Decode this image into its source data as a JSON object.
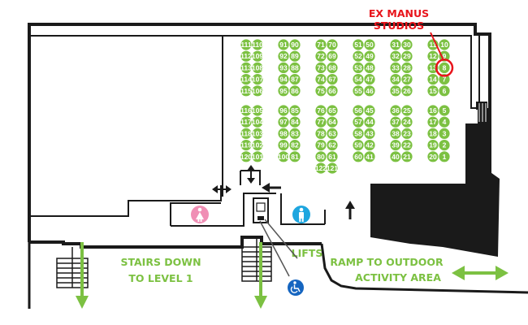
{
  "labels": {
    "ex_manus_line1": "EX MANUS",
    "ex_manus_line2": "STUDIOS",
    "stairs_line1": "STAIRS DOWN",
    "stairs_line2": "TO LEVEL 1",
    "lifts": "LIFTS",
    "ramp_line1": "RAMP TO OUTDOOR",
    "ramp_line2": "ACTIVITY AREA"
  },
  "colors": {
    "stall_green": "#7cc142",
    "highlight_red": "#e8141b",
    "wall_dark": "#1a1a1a",
    "female_pink": "#f08fb5",
    "male_blue": "#1ea6df",
    "accessible_blue": "#1565c0"
  },
  "icons": [
    "female-toilet-icon",
    "male-toilet-icon",
    "wheelchair-icon",
    "lift-icon",
    "arrow-up-icon",
    "arrow-left-icon",
    "arrow-right-icon",
    "arrow-down-icon",
    "double-arrow-icon"
  ],
  "stall_columns": [
    {
      "top": [
        [
          "111",
          "110"
        ],
        [
          "112",
          "109"
        ],
        [
          "113",
          "108"
        ],
        [
          "114",
          "107"
        ],
        [
          "115",
          "106"
        ]
      ],
      "bottom": [
        [
          "116",
          "105"
        ],
        [
          "117",
          "104"
        ],
        [
          "118",
          "103"
        ],
        [
          "119",
          "102"
        ],
        [
          "120",
          "101"
        ]
      ]
    },
    {
      "top": [
        [
          "91",
          "90"
        ],
        [
          "92",
          "89"
        ],
        [
          "93",
          "88"
        ],
        [
          "94",
          "87"
        ],
        [
          "95",
          "86"
        ]
      ],
      "bottom": [
        [
          "96",
          "85"
        ],
        [
          "97",
          "84"
        ],
        [
          "98",
          "83"
        ],
        [
          "99",
          "82"
        ],
        [
          "100",
          "81"
        ]
      ]
    },
    {
      "top": [
        [
          "71",
          "70"
        ],
        [
          "72",
          "69"
        ],
        [
          "73",
          "68"
        ],
        [
          "74",
          "67"
        ],
        [
          "75",
          "66"
        ]
      ],
      "bottom": [
        [
          "76",
          "65"
        ],
        [
          "77",
          "64"
        ],
        [
          "78",
          "63"
        ],
        [
          "79",
          "62"
        ],
        [
          "80",
          "61"
        ],
        [
          "122",
          "121"
        ]
      ]
    },
    {
      "top": [
        [
          "51",
          "50"
        ],
        [
          "52",
          "49"
        ],
        [
          "53",
          "48"
        ],
        [
          "54",
          "47"
        ],
        [
          "55",
          "46"
        ]
      ],
      "bottom": [
        [
          "56",
          "45"
        ],
        [
          "57",
          "44"
        ],
        [
          "58",
          "43"
        ],
        [
          "59",
          "42"
        ],
        [
          "60",
          "41"
        ]
      ]
    },
    {
      "top": [
        [
          "31",
          "30"
        ],
        [
          "32",
          "29"
        ],
        [
          "33",
          "28"
        ],
        [
          "34",
          "27"
        ],
        [
          "35",
          "26"
        ]
      ],
      "bottom": [
        [
          "36",
          "25"
        ],
        [
          "37",
          "24"
        ],
        [
          "38",
          "23"
        ],
        [
          "39",
          "22"
        ],
        [
          "40",
          "21"
        ]
      ]
    },
    {
      "top": [
        [
          "11",
          "10"
        ],
        [
          "12",
          "9"
        ],
        [
          "13",
          "8"
        ],
        [
          "14",
          "7"
        ],
        [
          "15",
          "6"
        ]
      ],
      "bottom": [
        [
          "16",
          "5"
        ],
        [
          "17",
          "4"
        ],
        [
          "18",
          "3"
        ],
        [
          "19",
          "2"
        ],
        [
          "20",
          "1"
        ]
      ]
    }
  ],
  "highlighted_stall": "8"
}
